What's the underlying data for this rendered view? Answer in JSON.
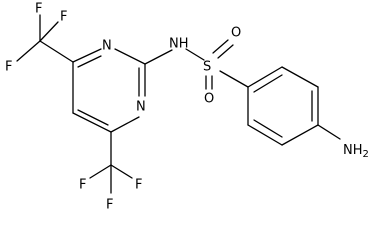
{
  "atoms": {
    "f_top_1": "F",
    "f_top_2": "F",
    "f_top_3": "F",
    "n_ring_top": "N",
    "n_ring_bottom": "N",
    "f_bot_1": "F",
    "f_bot_2": "F",
    "f_bot_3": "F",
    "nh": "NH",
    "s": "S",
    "o_top": "O",
    "o_bottom": "O",
    "nh2_main": "NH",
    "nh2_sub": "2"
  },
  "colors": {
    "bond": "#000000",
    "label": "#000000",
    "background": "#ffffff"
  }
}
